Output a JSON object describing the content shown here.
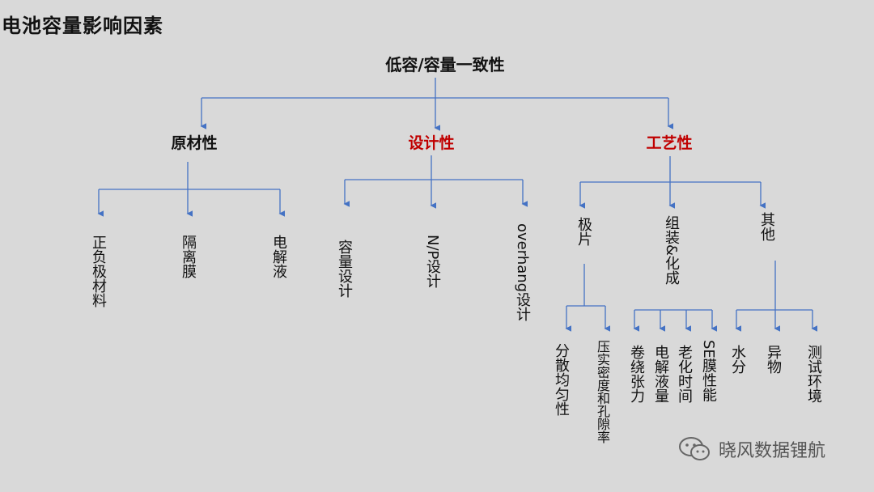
{
  "page_title": "电池容量影响因素",
  "root": {
    "label": "低容/容量一致性"
  },
  "colors": {
    "line": "#4472c4",
    "highlight": "#c00000",
    "background": "#d9d9d9"
  },
  "categories": [
    {
      "label": "原材性",
      "color": "#111111"
    },
    {
      "label": "设计性",
      "color": "#c00000"
    },
    {
      "label": "工艺性",
      "color": "#c00000"
    }
  ],
  "material": [
    "正负极材料",
    "隔离膜",
    "电解液"
  ],
  "design": [
    "容量设计",
    "N/P设计",
    "overhang设计"
  ],
  "process": {
    "electrode": {
      "label": "极片",
      "children": [
        "分散均匀性",
        "压实密度和孔隙率"
      ]
    },
    "assembly": {
      "label": "组装&化成",
      "children": [
        "卷绕张力",
        "电解液量",
        "老化时间",
        "SE膜性能"
      ]
    },
    "other": {
      "label": "其他",
      "children": [
        "水分",
        "异物",
        "测试环境"
      ]
    }
  },
  "watermark": {
    "text": "晓风数据锂航",
    "icon": "wechat-icon"
  }
}
